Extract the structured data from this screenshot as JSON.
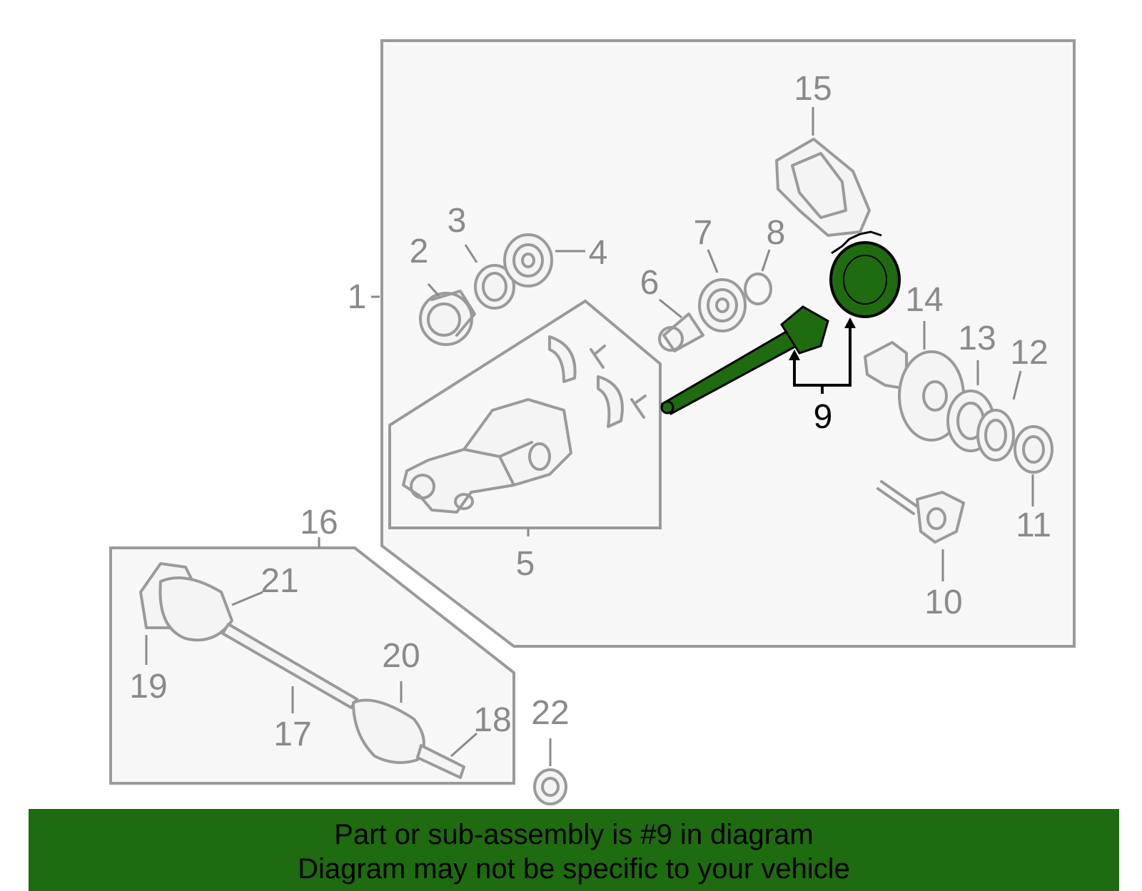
{
  "colors": {
    "highlight": "#1f6b10",
    "lines": "#9a9a9a",
    "labels": "#8a8a8a"
  },
  "labels": {
    "n1": "1",
    "n2": "2",
    "n3": "3",
    "n4": "4",
    "n5": "5",
    "n6": "6",
    "n7": "7",
    "n8": "8",
    "n9": "9",
    "n10": "10",
    "n11": "11",
    "n12": "12",
    "n13": "13",
    "n14": "14",
    "n15": "15",
    "n16": "16",
    "n17": "17",
    "n18": "18",
    "n19": "19",
    "n20": "20",
    "n21": "21",
    "n22": "22"
  },
  "banner": {
    "line1": "Part or sub-assembly is #9 in diagram",
    "line2": "Diagram may not be specific to your vehicle"
  }
}
